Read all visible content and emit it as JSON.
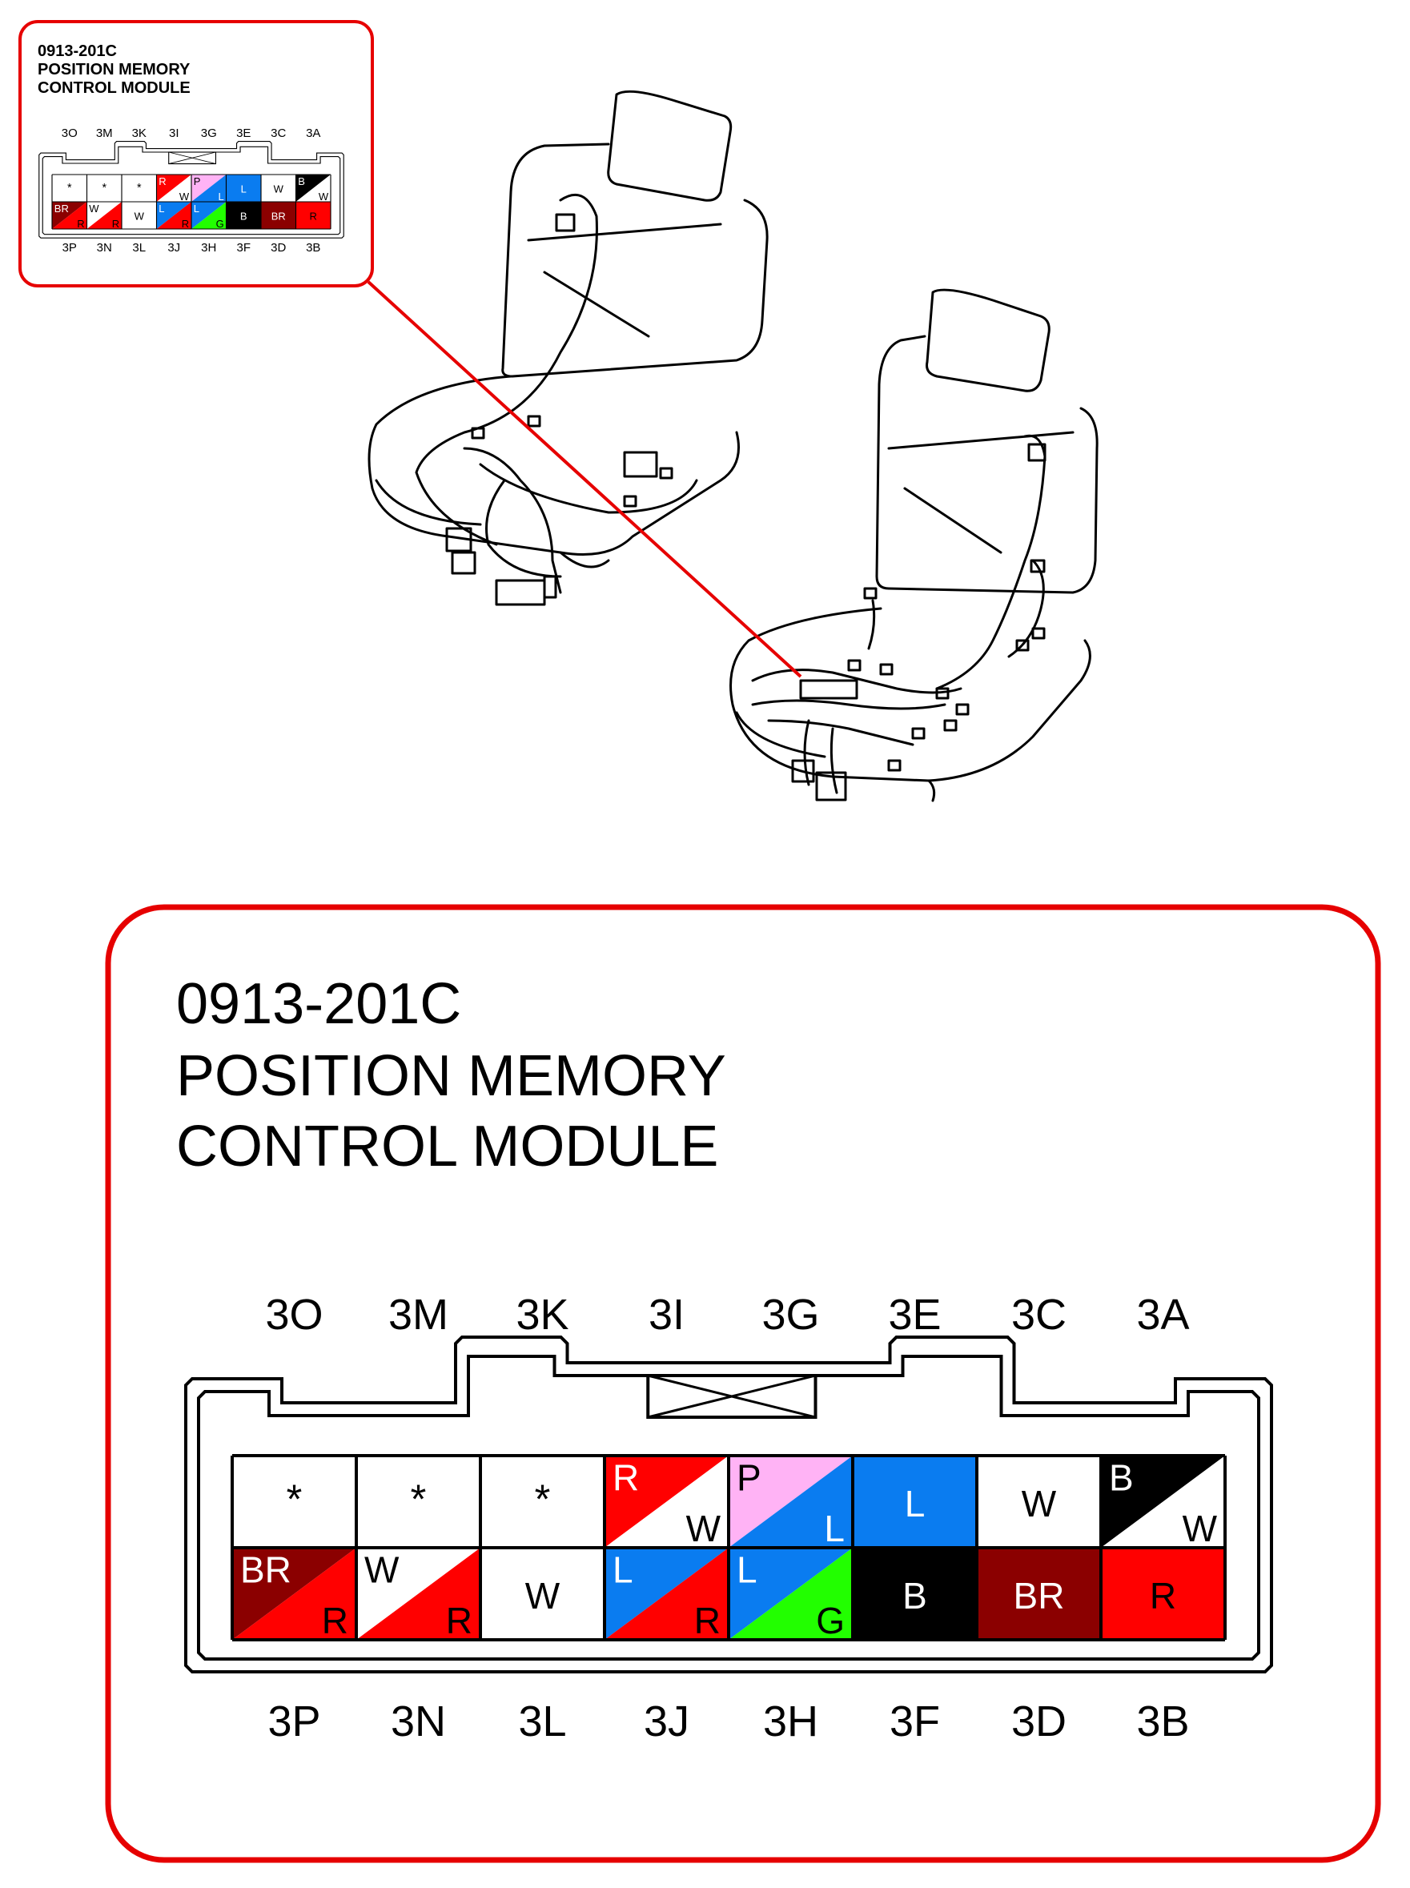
{
  "connector": {
    "id": "0913-201C",
    "name_line1": "POSITION MEMORY",
    "name_line2": "CONTROL MODULE",
    "top_pins": [
      "3O",
      "3M",
      "3K",
      "3I",
      "3G",
      "3E",
      "3C",
      "3A"
    ],
    "bottom_pins": [
      "3P",
      "3N",
      "3L",
      "3J",
      "3H",
      "3F",
      "3D",
      "3B"
    ],
    "top_row_cells": [
      {
        "pin": "3O",
        "text": "*"
      },
      {
        "pin": "3M",
        "text": "*"
      },
      {
        "pin": "3K",
        "text": "*"
      },
      {
        "pin": "3I",
        "primary": "R",
        "stripe": "W",
        "primary_color": "#ff0000",
        "stripe_color": "#ffffff"
      },
      {
        "pin": "3G",
        "primary": "P",
        "stripe": "L",
        "primary_color": "#ffb3f5",
        "stripe_color": "#0a7cf0"
      },
      {
        "pin": "3E",
        "primary": "L",
        "primary_color": "#0a7cf0"
      },
      {
        "pin": "3C",
        "primary": "W",
        "primary_color": "#ffffff"
      },
      {
        "pin": "3A",
        "primary": "B",
        "stripe": "W",
        "primary_color": "#000000",
        "stripe_color": "#ffffff"
      }
    ],
    "bottom_row_cells": [
      {
        "pin": "3P",
        "primary": "BR",
        "stripe": "R",
        "primary_color": "#8b0000",
        "stripe_color": "#ff0000"
      },
      {
        "pin": "3N",
        "primary": "W",
        "stripe": "R",
        "primary_color": "#ffffff",
        "stripe_color": "#ff0000"
      },
      {
        "pin": "3L",
        "primary": "W",
        "primary_color": "#ffffff"
      },
      {
        "pin": "3J",
        "primary": "L",
        "stripe": "R",
        "primary_color": "#0a7cf0",
        "stripe_color": "#ff0000"
      },
      {
        "pin": "3H",
        "primary": "L",
        "stripe": "G",
        "primary_color": "#0a7cf0",
        "stripe_color": "#22ff00"
      },
      {
        "pin": "3F",
        "primary": "B",
        "primary_color": "#000000"
      },
      {
        "pin": "3D",
        "primary": "BR",
        "primary_color": "#8b0000"
      },
      {
        "pin": "3B",
        "primary": "R",
        "primary_color": "#ff0000"
      }
    ]
  },
  "colors": {
    "frame_red": "#e60000",
    "line_black": "#000000"
  }
}
